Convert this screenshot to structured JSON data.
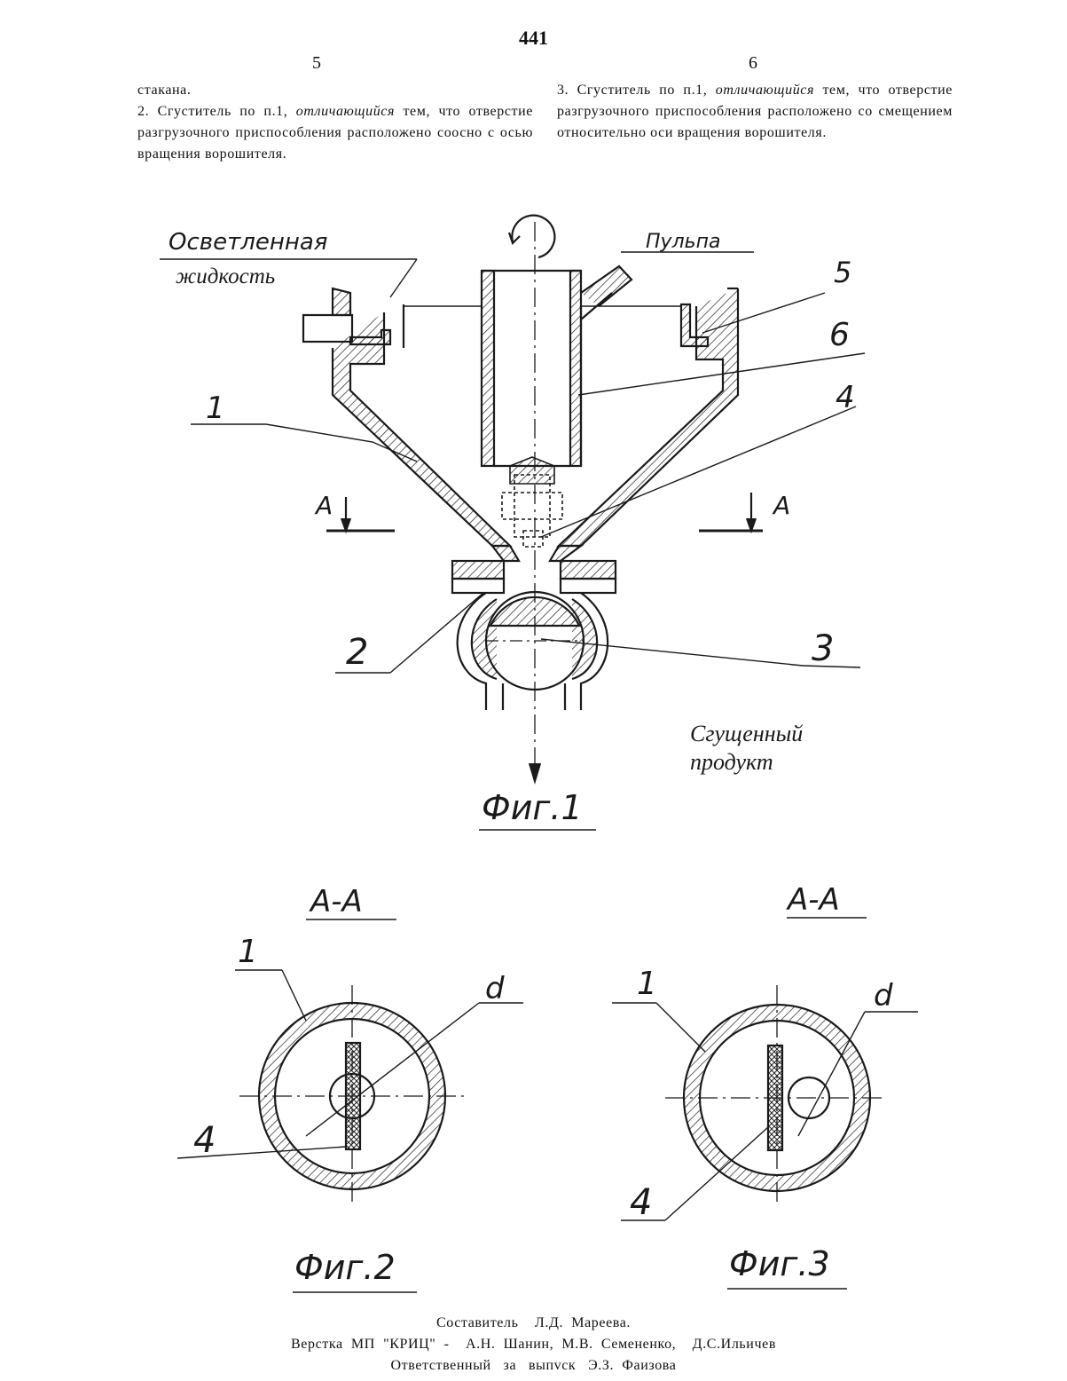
{
  "header": {
    "page_number": "441",
    "left_col_number": "5",
    "right_col_number": "6"
  },
  "left_column": {
    "line1": "стакана.",
    "claim2_pre": "2. Сгуститель по п.1, ",
    "claim2_em": "отличающийся",
    "claim2_post": " тем, что отверстие разгрузочного приспособления расположено соосно с осью вращения ворошителя."
  },
  "right_column": {
    "claim3_pre": "3. Сгуститель по п.1, ",
    "claim3_em": "отличающийся",
    "claim3_post": " тем, что отверстие разгрузочного приспособления расположено со смещением относительно оси вращения ворошителя."
  },
  "fig1": {
    "label_clarified_1": "Осветленная",
    "label_clarified_2": "жидкость",
    "label_pulp": "Пульпа",
    "label_product_1": "Сгущенный",
    "label_product_2": "продукт",
    "section_mark": "A",
    "num_1": "1",
    "num_2": "2",
    "num_3": "3",
    "num_4": "4",
    "num_5": "5",
    "num_6": "6",
    "caption": "Фиг.1"
  },
  "fig2": {
    "section_title": "A-A",
    "num_1": "1",
    "num_4": "4",
    "label_d": "d",
    "caption": "Фиг.2"
  },
  "fig3": {
    "section_title": "A-A",
    "num_1": "1",
    "num_4": "4",
    "label_d": "d",
    "caption": "Фиг.3"
  },
  "footer": {
    "line1": "Составитель    Л.Д.  Мареева.",
    "line2": "Верстка  МП  \"КРИЦ\"  -    А.Н.  Шанин,  М.В.  Семененко,    Д.С.Ильичев",
    "line3": "Ответственный   за   выпvск   Э.З.  Фаизова"
  }
}
